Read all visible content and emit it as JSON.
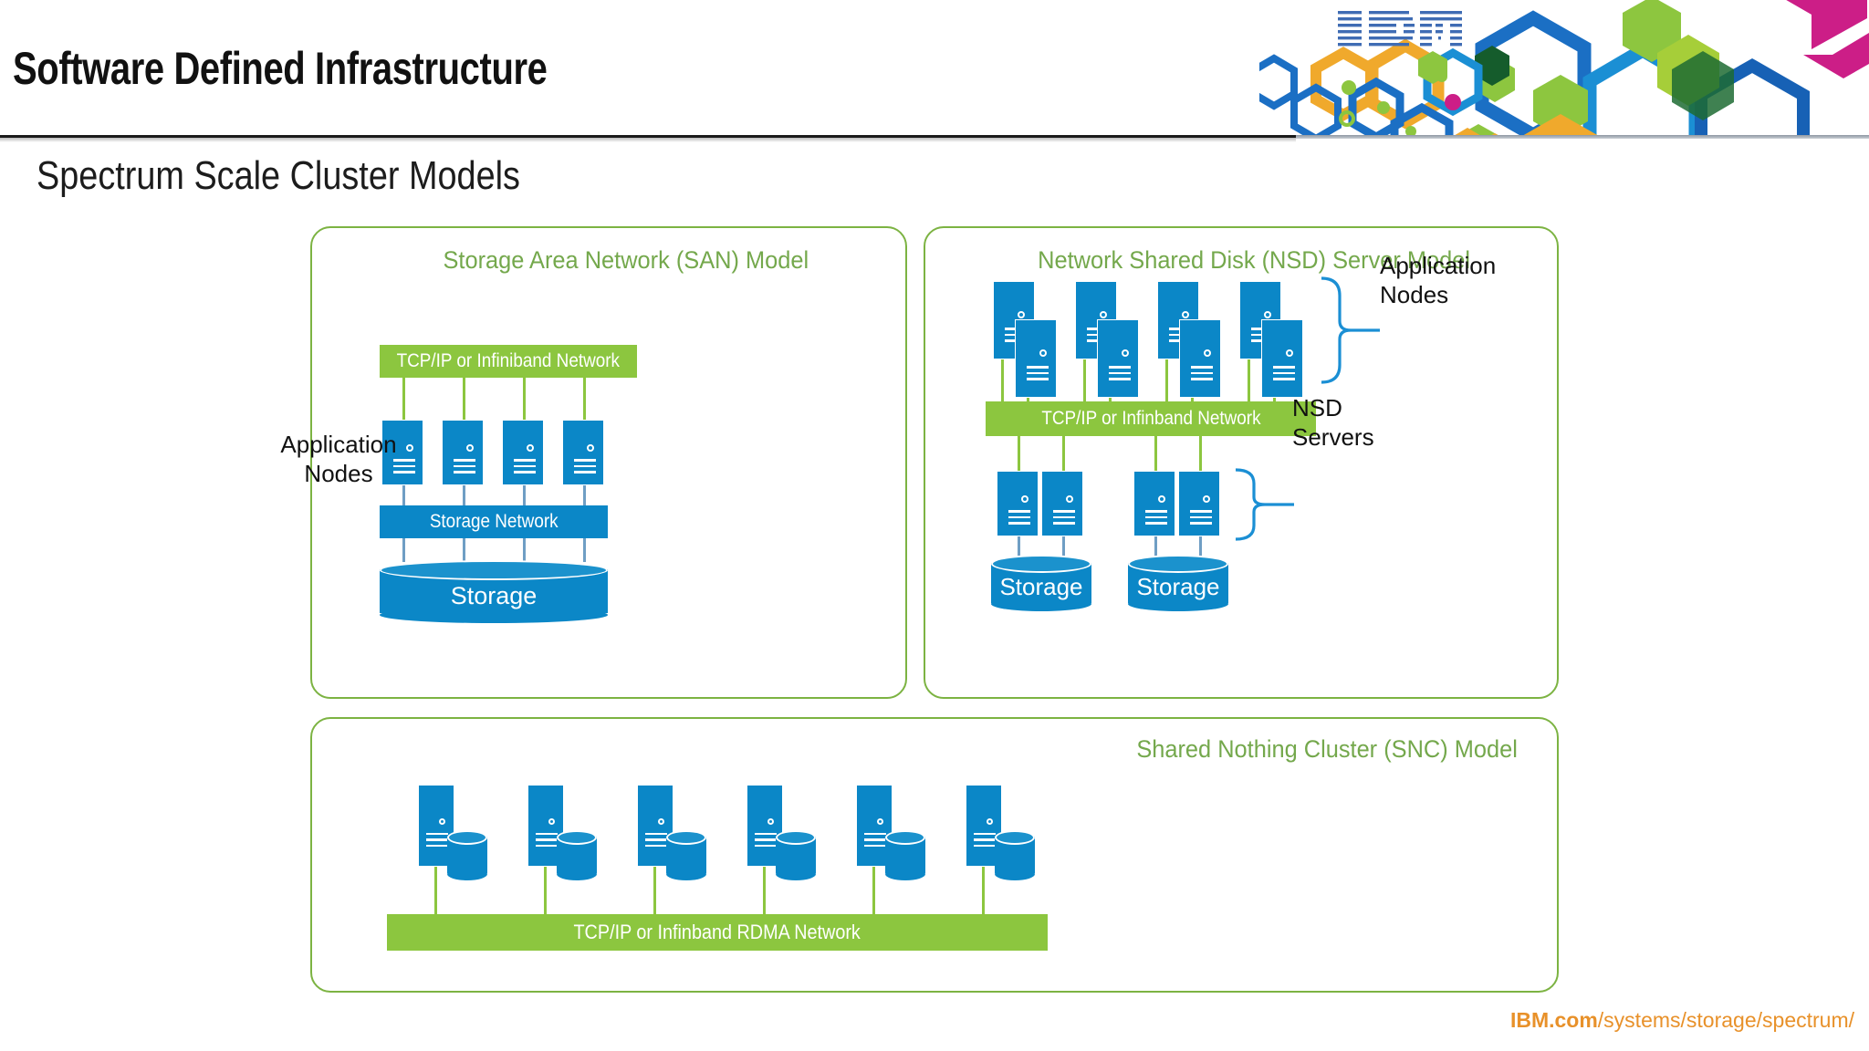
{
  "header": {
    "title": "Software Defined Infrastructure",
    "logo": "ibm-logo",
    "banner_icon": "hexagon-pattern-banner"
  },
  "subtitle": "Spectrum Scale Cluster Models",
  "footer": {
    "bold": "IBM.com",
    "rest": "/systems/storage/spectrum/"
  },
  "colors": {
    "green_bar": "#8cc63f",
    "green_title": "#74a84c",
    "green_border": "#7cb342",
    "blue_node": "#0b87c7",
    "blue_wire": "#6f9ec4",
    "orange_footer": "#e8912a"
  },
  "models": {
    "san": {
      "title": "Storage Area Network (SAN) Model",
      "network_bar": "TCP/IP or Infiniband Network",
      "storage_network_bar": "Storage Network",
      "storage_label": "Storage",
      "nodes_label_line1": "Application",
      "nodes_label_line2": "Nodes",
      "node_count": 4
    },
    "nsd": {
      "title": "Network Shared Disk (NSD) Server Model",
      "network_bar": "TCP/IP or Infinband Network",
      "app_nodes_label_line1": "Application",
      "app_nodes_label_line2": "Nodes",
      "nsd_servers_label_line1": "NSD",
      "nsd_servers_label_line2": "Servers",
      "app_node_pairs": 4,
      "nsd_server_count": 4,
      "storage_label_left": "Storage",
      "storage_label_right": "Storage"
    },
    "snc": {
      "title": "Shared Nothing Cluster (SNC) Model",
      "network_bar": "TCP/IP or Infinband RDMA Network",
      "node_count": 6
    }
  }
}
